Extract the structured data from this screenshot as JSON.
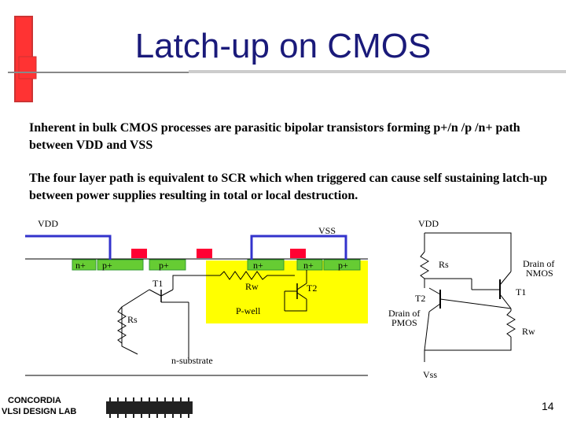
{
  "slide": {
    "title": "Latch-up on CMOS",
    "paragraph1": "Inherent in bulk CMOS processes are parasitic bipolar transistors forming p+/n /p /n+ path between VDD and VSS",
    "paragraph2": "The four layer path is equivalent to SCR which when triggered can cause self sustaining latch-up between power supplies resulting in total or local destruction.",
    "page_number": "14",
    "accent_color": "#1a1a7a",
    "pwell_color": "#ffff00",
    "diffusion_color": "#66cc33",
    "contact_color": "#ff0033",
    "metal_color": "#3333cc"
  },
  "cross_section": {
    "vdd_left": "VDD",
    "vss": "VSS",
    "n_plus_1": "n+",
    "p_plus_1": "p+",
    "p_plus_2": "p+",
    "n_plus_2": "n+",
    "n_plus_3": "n+",
    "p_plus_3": "p+",
    "t1": "T1",
    "t2": "T2",
    "rw": "Rw",
    "rs": "Rs",
    "pwell": "P-well",
    "nsubstrate": "n-substrate"
  },
  "equivalent_circuit": {
    "vdd": "VDD",
    "rs": "Rs",
    "drain_nmos": "Drain of NMOS",
    "t1": "T1",
    "t2": "T2",
    "drain_pmos": "Drain of PMOS",
    "rw": "Rw",
    "vss": "Vss"
  },
  "logo": {
    "line1": "CONCORDIA",
    "line2": "VLSI DESIGN LAB"
  }
}
